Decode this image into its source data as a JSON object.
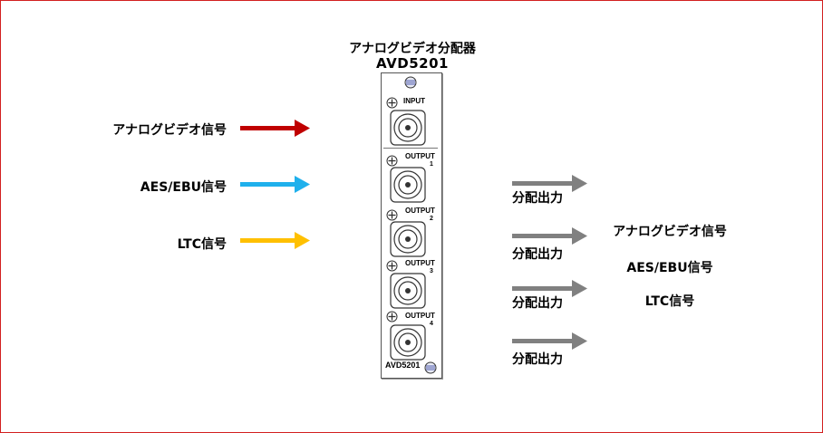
{
  "device": {
    "title": "アナログビデオ分配器",
    "model": "AVD5201",
    "panel_model": "AVD5201",
    "input_label": "INPUT",
    "outputs": [
      {
        "label": "OUTPUT",
        "num": "1"
      },
      {
        "label": "OUTPUT",
        "num": "2"
      },
      {
        "label": "OUTPUT",
        "num": "3"
      },
      {
        "label": "OUTPUT",
        "num": "4"
      }
    ]
  },
  "inputs": [
    {
      "label": "アナログビデオ信号",
      "color": "#c00000",
      "icon": "arrow-right-icon"
    },
    {
      "label": "AES/EBU信号",
      "color": "#1fb0ec",
      "icon": "arrow-right-icon"
    },
    {
      "label": "LTC信号",
      "color": "#ffc000",
      "icon": "arrow-right-icon"
    }
  ],
  "output_arrows": [
    {
      "label": "分配出力",
      "color": "#808080"
    },
    {
      "label": "分配出力",
      "color": "#808080"
    },
    {
      "label": "分配出力",
      "color": "#808080"
    },
    {
      "label": "分配出力",
      "color": "#808080"
    }
  ],
  "output_signals": [
    "アナログビデオ信号",
    "AES/EBU信号",
    "LTC信号"
  ],
  "colors": {
    "frame": "#d21f1f",
    "panel_border": "#555555"
  }
}
